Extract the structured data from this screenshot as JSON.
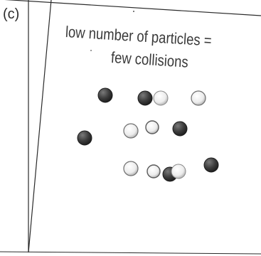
{
  "row_label": "(c)",
  "heading": {
    "line1": "low number of particles =",
    "line2": "few collisions"
  },
  "particle_colors": {
    "dark_fill": "#3d3d3d",
    "dark_edge": "#1e1e1e",
    "light_fill": "#f3f3f3",
    "light_edge": "#8a8a8a"
  },
  "line_color": "#2a2a2a"
}
